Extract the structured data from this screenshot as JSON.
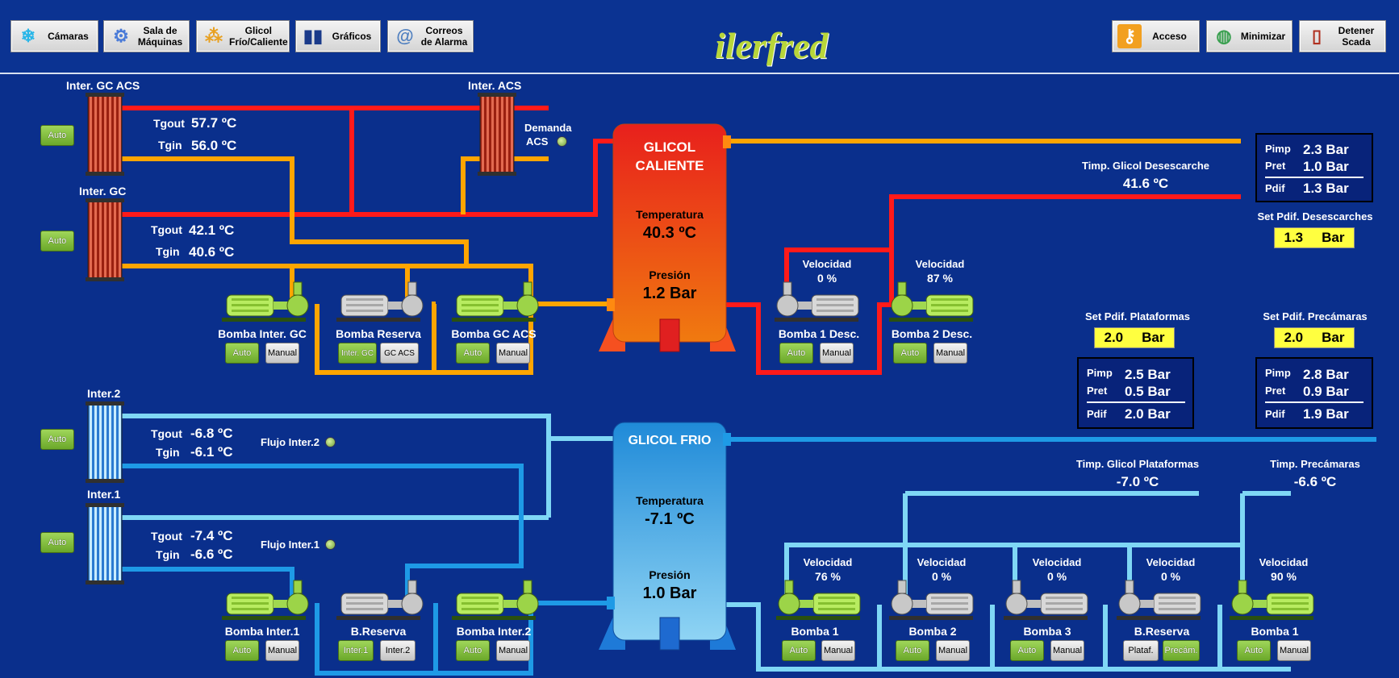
{
  "toolbar": {
    "camaras": "Cámaras",
    "sala": "Sala de Máquinas",
    "glicol": "Glicol Frío/Caliente",
    "graficos": "Gráficos",
    "correos": "Correos de Alarma",
    "acceso": "Acceso",
    "minimizar": "Minimizar",
    "detener": "Detener Scada",
    "logo": "ilerfred"
  },
  "hot": {
    "ex_gc_acs": "Inter. GC ACS",
    "ex_acs": "Inter. ACS",
    "ex_gc": "Inter. GC",
    "tgout_label": "Tgout",
    "tgin_label": "Tgin",
    "gcacs_tgout": "57.7 ºC",
    "gcacs_tgin": "56.0 ºC",
    "gc_tgout": "42.1 ºC",
    "gc_tgin": "40.6 ºC",
    "demanda": "Demanda",
    "acs": "ACS",
    "tank_title_1": "GLICOL",
    "tank_title_2": "CALIENTE",
    "temp_label": "Temperatura",
    "temp": "40.3 ºC",
    "pres_label": "Presión",
    "pres": "1.2 Bar",
    "pump1": "Bomba Inter. GC",
    "pump2": "Bomba Reserva",
    "pump3": "Bomba GC ACS",
    "pump4": "Bomba 1 Desc.",
    "pump5": "Bomba 2 Desc.",
    "vel_label": "Velocidad",
    "vel4": "0 %",
    "vel5": "87 %",
    "btn_inter_gc": "Inter. GC",
    "btn_gc_acs": "GC ACS",
    "timp_desc_label": "Timp. Glicol Desescarche",
    "timp_desc": "41.6 ºC"
  },
  "cold": {
    "ex2": "Inter.2",
    "ex1": "Inter.1",
    "ex2_tgout": "-6.8 ºC",
    "ex2_tgin": "-6.1 ºC",
    "ex1_tgout": "-7.4 ºC",
    "ex1_tgin": "-6.6 ºC",
    "flujo2": "Flujo Inter.2",
    "flujo1": "Flujo Inter.1",
    "tank_title": "GLICOL FRIO",
    "temp": "-7.1 ºC",
    "pres": "1.0 Bar",
    "pumpA": "Bomba Inter.1",
    "pumpB": "B.Reserva",
    "pumpC": "Bomba Inter.2",
    "btn_inter1": "Inter.1",
    "btn_inter2": "Inter.2",
    "pumps": [
      {
        "name": "Bomba 1",
        "vel": "76 %"
      },
      {
        "name": "Bomba 2",
        "vel": "0 %"
      },
      {
        "name": "Bomba 3",
        "vel": "0 %"
      },
      {
        "name": "B.Reserva",
        "vel": "0 %"
      },
      {
        "name": "Bomba 1",
        "vel": "90 %"
      }
    ],
    "btn_plataf": "Plataf.",
    "btn_precam": "Precám.",
    "timp_plat_label": "Timp. Glicol Plataformas",
    "timp_plat": "-7.0 ºC",
    "timp_prec_label": "Timp. Precámaras",
    "timp_prec": "-6.6 ºC"
  },
  "common": {
    "auto": "Auto",
    "manual": "Manual",
    "bar": "Bar",
    "pimp": "Pimp",
    "pret": "Pret",
    "pdif": "Pdif"
  },
  "boxes": {
    "desc": {
      "pimp": "2.3 Bar",
      "pret": "1.0 Bar",
      "pdif": "1.3 Bar"
    },
    "plat": {
      "pimp": "2.5 Bar",
      "pret": "0.5 Bar",
      "pdif": "2.0 Bar"
    },
    "prec": {
      "pimp": "2.8 Bar",
      "pret": "0.9 Bar",
      "pdif": "1.9 Bar"
    }
  },
  "setpoints": {
    "desc_label": "Set Pdif. Desescarches",
    "desc": "1.3",
    "plat_label": "Set Pdif. Plataformas",
    "plat": "2.0",
    "prec_label": "Set Pdif. Precámaras",
    "prec": "2.0"
  },
  "colors": {
    "red": "#ff1a1a",
    "orange": "#ffa500",
    "lightblue": "#7fd7f5",
    "blue": "#1e9ae6"
  }
}
